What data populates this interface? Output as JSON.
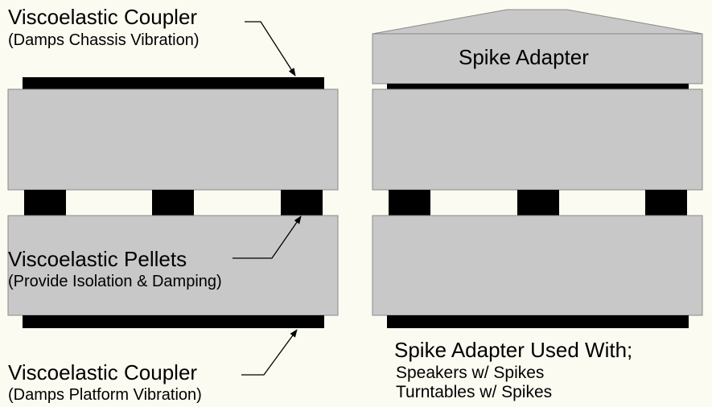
{
  "colors": {
    "background": "#fbfbf1",
    "block_fill": "#c8c8c8",
    "block_stroke": "#8a8a8a",
    "coupler_fill": "#000000",
    "pellet_fill": "#000000"
  },
  "labels": {
    "top_coupler": {
      "title": "Viscoelastic Coupler",
      "subtitle": "(Damps Chassis Vibration)"
    },
    "pellets": {
      "title": "Viscoelastic Pellets",
      "subtitle": "(Provide Isolation & Damping)"
    },
    "bottom_coupler": {
      "title": "Viscoelastic Coupler",
      "subtitle": "(Damps Platform Vibration)"
    },
    "spike_adapter": "Spike Adapter",
    "usage": {
      "title": "Spike Adapter Used With;",
      "line1": "Speakers w/ Spikes",
      "line2": "Turntables w/ Spikes"
    }
  }
}
